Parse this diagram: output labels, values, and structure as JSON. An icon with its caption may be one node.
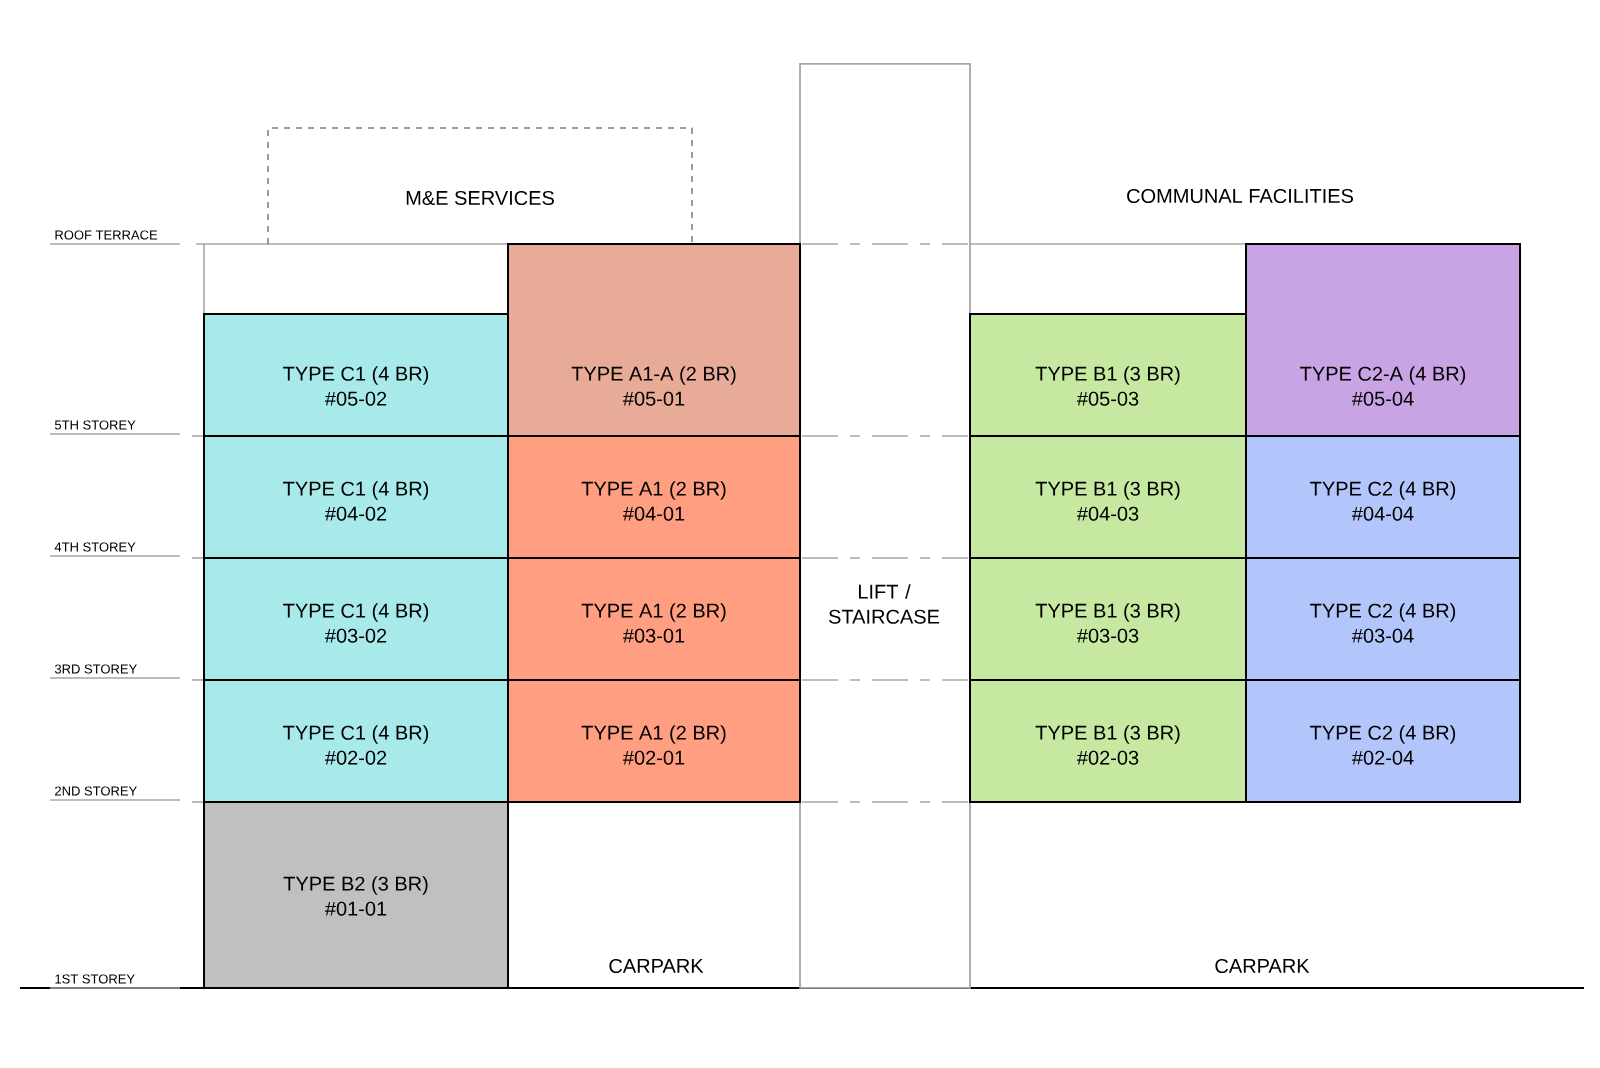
{
  "diagram": {
    "nodes": [
      {
        "text": [
          "M&E SERVICES"
        ]
      },
      {
        "text": [
          "LIFT / STAIRCASE"
        ]
      },
      {
        "text": [
          "TYPE C1 (4 BR)",
          "#05-02"
        ]
      },
      {
        "text": [
          "TYPE A1-A (2 BR)",
          "#05-01"
        ]
      },
      {
        "text": [
          "TYPE B1 (3 BR)",
          "#05-03"
        ]
      },
      {
        "text": [
          "TYPE C2-A (4 BR)",
          "#05-04"
        ]
      },
      {
        "text": [
          "TYPE C1 (4 BR)",
          "#04-02"
        ]
      },
      {
        "text": [
          "TYPE A1 (2 BR)",
          "#04-01"
        ]
      },
      {
        "text": [
          "TYPE B1 (3 BR)",
          "#04-03"
        ]
      },
      {
        "text": [
          "TYPE C2 (4 BR)",
          "#04-04"
        ]
      },
      {
        "text": [
          "TYPE C1 (4 BR)",
          "#03-02"
        ]
      },
      {
        "text": [
          "TYPE A1 (2 BR)",
          "#03-01"
        ]
      },
      {
        "text": [
          "TYPE B1 (3 BR)",
          "#03-03"
        ]
      },
      {
        "text": [
          "TYPE C2 (4 BR)",
          "#03-04"
        ]
      },
      {
        "text": [
          "TYPE C1 (4 BR)",
          "#02-02"
        ]
      },
      {
        "text": [
          "TYPE A1 (2 BR)",
          "#02-01"
        ]
      },
      {
        "text": [
          "TYPE B1 (3 BR)",
          "#02-03"
        ]
      },
      {
        "text": [
          "TYPE C2 (4 BR)",
          "#02-04"
        ]
      },
      {
        "text": [
          "TYPE B2 (3 BR)",
          "#01-01"
        ]
      }
    ],
    "labels": [
      "COMMUNAL FACILITIES",
      "ROOF TERRACE",
      "5TH STOREY",
      "4TH STOREY",
      "3RD STOREY",
      "2ND STOREY",
      "CARPARK",
      "CARPARK",
      "1ST STOREY"
    ]
  }
}
